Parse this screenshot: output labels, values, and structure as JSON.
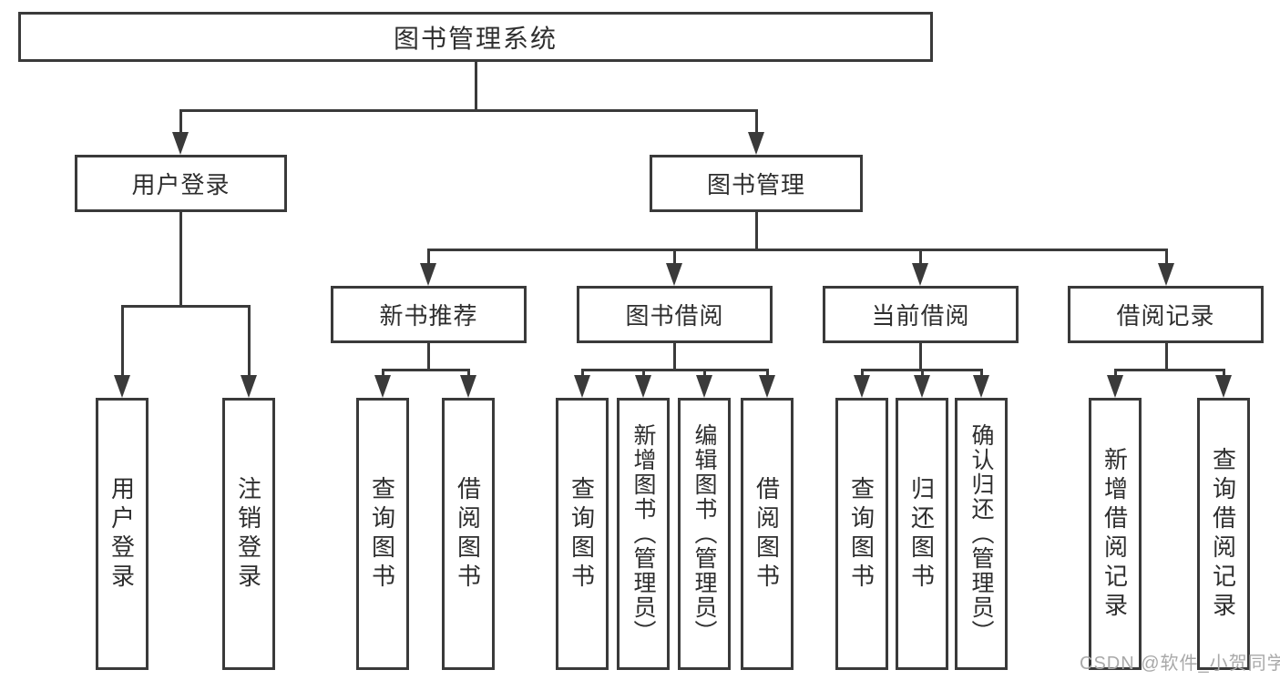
{
  "title": "图书管理系统",
  "watermark": "CSDN @软件_小贺同学",
  "colors": {
    "line": "#3a3a3a",
    "text": "#2e2e2e",
    "background": "#ffffff",
    "watermark": "#a9a9a9"
  },
  "icons": {
    "arrow_down": "▼"
  },
  "tree": {
    "root": {
      "label": "图书管理系统",
      "children": [
        {
          "label": "用户登录",
          "children": [
            {
              "label": "用户登录"
            },
            {
              "label": "注销登录"
            }
          ]
        },
        {
          "label": "图书管理",
          "children": [
            {
              "label": "新书推荐",
              "children": [
                {
                  "label": "查询图书"
                },
                {
                  "label": "借阅图书"
                }
              ]
            },
            {
              "label": "图书借阅",
              "children": [
                {
                  "label": "查询图书"
                },
                {
                  "label": "新增图书（管理员）"
                },
                {
                  "label": "编辑图书（管理员）"
                },
                {
                  "label": "借阅图书"
                }
              ]
            },
            {
              "label": "当前借阅",
              "children": [
                {
                  "label": "查询图书"
                },
                {
                  "label": "归还图书"
                },
                {
                  "label": "确认归还（管理员）"
                }
              ]
            },
            {
              "label": "借阅记录",
              "children": [
                {
                  "label": "新增借阅记录"
                },
                {
                  "label": "查询借阅记录"
                }
              ]
            }
          ]
        }
      ]
    }
  }
}
